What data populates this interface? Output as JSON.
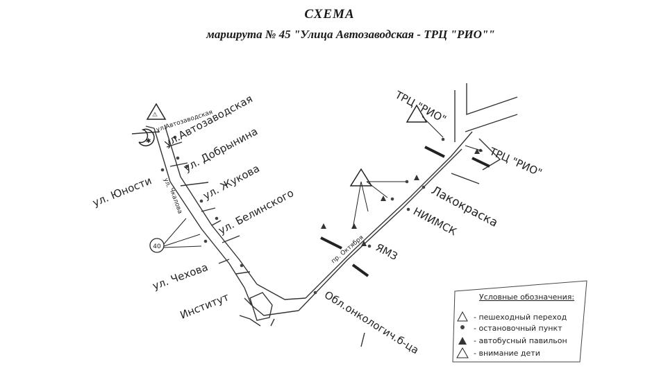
{
  "title": "СХЕМА",
  "subtitle": "маршрута № 45   \"Улица Автозаводская - ТРЦ \"РИО\"\"",
  "streets": {
    "avtozavodskaya_small": "ул.Автозаводская",
    "avtozavodskaya": "ул.Автозаводская",
    "dobrynina": "ул. Добрынина",
    "zhukova": "ул. Жукова",
    "belinskogo": "ул. Белинского",
    "yunosti": "ул. Юности",
    "chkalova_prefix": "ул.",
    "chkalova": "Чкалова",
    "chekhova": "ул. Чехова",
    "institut": "Институт",
    "oktyabrya": "пр. Октября",
    "onkolog": "Обл.онкологич.б-ца",
    "yamz": "ЯМЗ",
    "niimsk": "НИИМСК",
    "lakokraska": "Лакокраска",
    "rio_left": "ТРЦ \"РИО\"",
    "rio_right": "ТРЦ \"РИО\""
  },
  "route_badge": "40",
  "legend": {
    "title": "Условные обозначения:",
    "items": [
      {
        "icon": "pedestrian-crossing-icon",
        "label": "- пешеходный переход"
      },
      {
        "icon": "bus-stop-dot-icon",
        "label": "- остановочный пункт"
      },
      {
        "icon": "bus-pavilion-triangle-icon",
        "label": "- автобусный павильон"
      },
      {
        "icon": "children-warning-icon",
        "label": "- внимание дети"
      }
    ]
  }
}
